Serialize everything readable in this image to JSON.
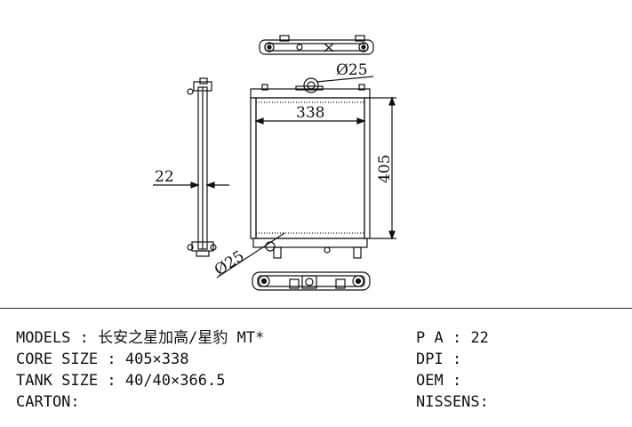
{
  "dimensions": {
    "diameter_top": "Ø25",
    "width": "338",
    "height": "405",
    "thickness": "22",
    "diameter_bottom": "Ø25"
  },
  "specs": {
    "models": {
      "label": "MODELS",
      "sep": " : ",
      "value": "长安之星加高/星豹 MT*"
    },
    "core_size": {
      "label": "CORE SIZE",
      "sep": " : ",
      "value": "405×338"
    },
    "tank_size": {
      "label": "TANK SIZE",
      "sep": " : ",
      "value": "40/40×366.5"
    },
    "carton": {
      "label": "CARTON",
      "sep": ":",
      "value": ""
    },
    "pa": {
      "label": "P A",
      "sep": " : ",
      "value": "22"
    },
    "dpi": {
      "label": "DPI",
      "sep": " :",
      "value": ""
    },
    "oem": {
      "label": "OEM",
      "sep": " :",
      "value": ""
    },
    "nissens": {
      "label": "NISSENS",
      "sep": ":",
      "value": ""
    }
  }
}
